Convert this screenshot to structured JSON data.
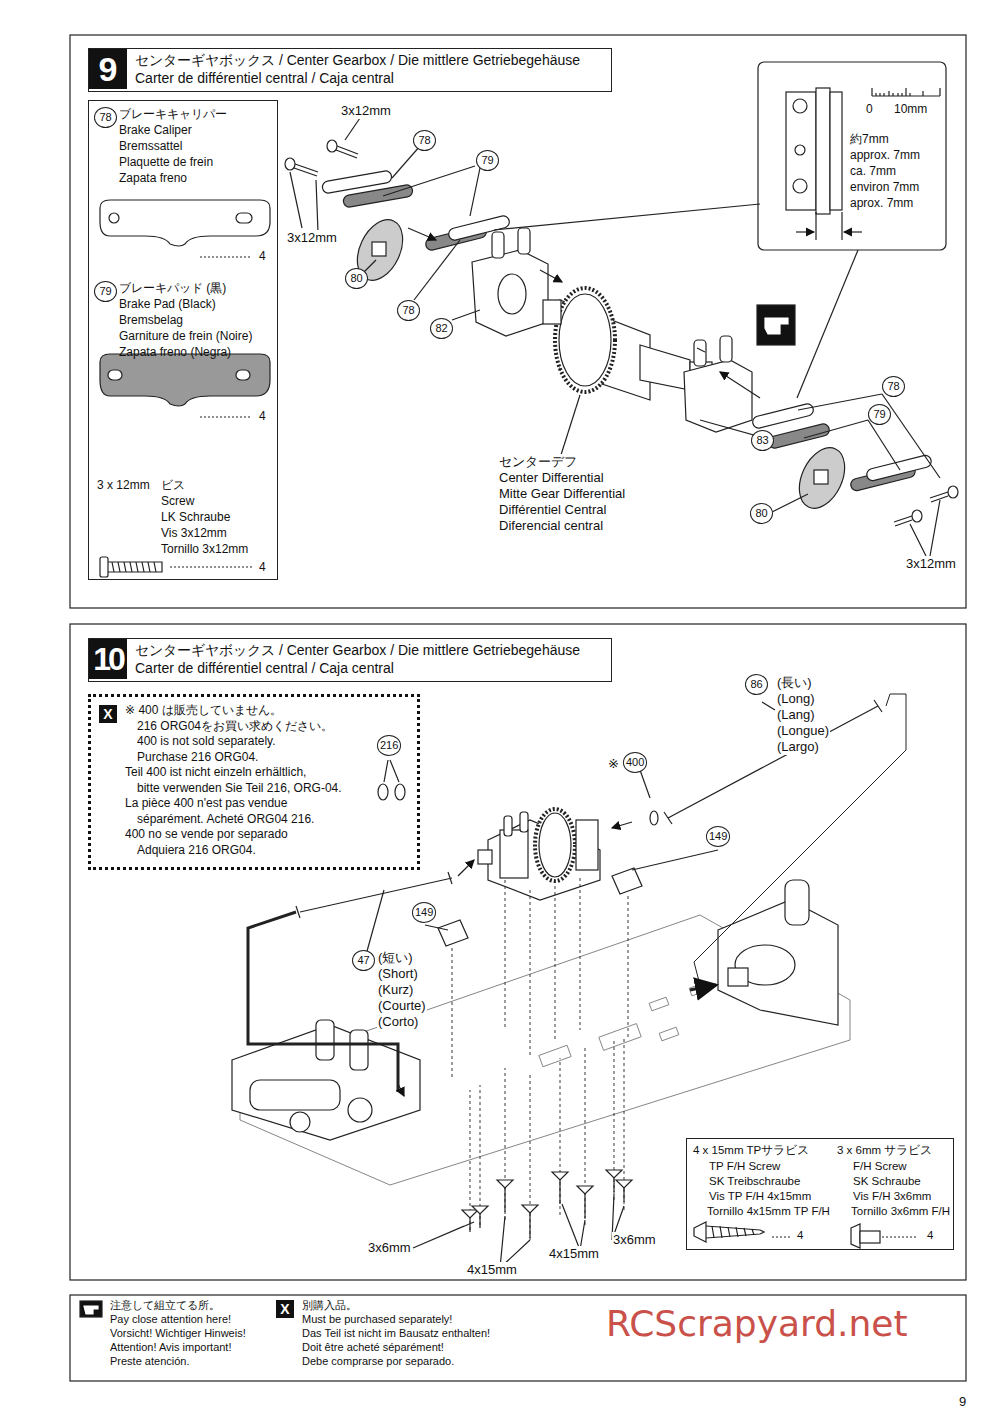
{
  "diagram": {
    "nodes": [
      {
        "text": [
          "9",
          "センターギヤボックス / Center Gearbox / Die mittlere Getriebegehäuse",
          "Carter de différentiel central / Caja central"
        ]
      },
      {
        "text": [
          "78",
          "ブレーキキャリパー",
          "Brake Caliper",
          "Bremssattel",
          "Plaquette de frein",
          "Zapata freno",
          "4",
          "79",
          "ブレーキパッド (黒)",
          "Brake Pad (Black)",
          "Bremsbelag",
          "Garniture de frein (Noire)",
          "Zapata freno (Negra)",
          "4",
          "3 x 12mm",
          "ビス",
          "Screw",
          "LK Schraube",
          "Vis 3x12mm",
          "Tornillo 3x12mm",
          "4"
        ]
      },
      {
        "text": [
          "0",
          "10mm",
          "約7mm",
          "approx. 7mm",
          "ca. 7mm",
          "environ 7mm",
          "aprox. 7mm"
        ]
      },
      {
        "text": [
          "10",
          "センターギヤボックス / Center Gearbox / Die mittlere Getriebegehäuse",
          "Carter de différentiel central / Caja central"
        ]
      },
      {
        "text": [
          "X",
          "※ 400 は販売していません。",
          "216 ORG04をお買い求めください。",
          "400 is not sold separately.",
          "Purchase 216 ORG04.",
          "Teil 400 ist nicht einzeln erhältlich,",
          "bitte verwenden Sie Teil 216, ORG-04.",
          "La pièce 400 n'est pas vendue",
          "séparément. Acheté ORG04 216.",
          "400 no se vende por separado",
          "Adquiera 216 ORG04.",
          "216"
        ]
      },
      {
        "text": [
          "4 x 15mm TPサラビス",
          "TP F/H Screw",
          "SK Treibschraube",
          "Vis TP F/H 4x15mm",
          "Tornillo 4x15mm TP F/H",
          "4",
          "3 x 6mm サラビス",
          "F/H Screw",
          "SK Schraube",
          "Vis F/H 3x6mm",
          "Tornillo 3x6mm F/H",
          "4"
        ]
      },
      {
        "text": [
          "注意して組立てる所。",
          "Pay close attention here!",
          "Vorsicht! Wichtiger Hinweis!",
          "Attention! Avis important!",
          "Preste atención.",
          "X",
          "別購入品。",
          "Must be purchased separately!",
          "Das Teil ist nicht im Bausatz enthalten!",
          "Doit être acheté séparément!",
          "Debe comprarse por separado."
        ]
      }
    ],
    "labels": [
      "3x12mm",
      "3x12mm",
      "78",
      "79",
      "80",
      "78",
      "82",
      "センターデフ",
      "Center Differential",
      "Mitte Gear Differential",
      "Différentiel Central",
      "Diferencial central",
      "83",
      "78",
      "79",
      "80",
      "3x12mm",
      "86",
      "(長い)",
      "(Long)",
      "(Lang)",
      "(Longue)",
      "(Largo)",
      "※",
      "400",
      "149",
      "149",
      "47",
      "(短い)",
      "(Short)",
      "(Kurz)",
      "(Courte)",
      "(Corto)",
      "3x6mm",
      "4x15mm",
      "4x15mm",
      "3x6mm",
      "9",
      "RCScrapyard.net"
    ]
  }
}
